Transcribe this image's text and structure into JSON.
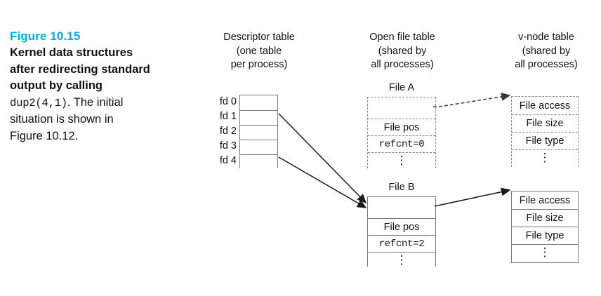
{
  "figure": {
    "number_label": "Figure 10.15",
    "caption_line1": "Kernel data structures",
    "caption_line2": "after redirecting standard",
    "caption_line3": "output by calling",
    "caption_code": "dup2(4,1)",
    "caption_line4": ". The initial",
    "caption_line5": "situation is shown in",
    "caption_line6": "Figure 10.12.",
    "accent_color": "#00ABE1",
    "border_color": "#7a7a7a"
  },
  "columns": {
    "descriptor_header": "Descriptor table\n(one table\nper process)",
    "openfile_header": "Open file table\n(shared by\nall processes)",
    "vnode_header": "v-node table\n(shared by\nall processes)"
  },
  "descriptor_table": {
    "rows": [
      {
        "label": "fd 0",
        "value": ""
      },
      {
        "label": "fd 1",
        "value": ""
      },
      {
        "label": "fd 2",
        "value": ""
      },
      {
        "label": "fd 3",
        "value": ""
      },
      {
        "label": "fd 4",
        "value": ""
      }
    ]
  },
  "open_file_table": {
    "file_a": {
      "title": "File A",
      "style": "dashed",
      "rows": [
        "",
        "File pos",
        "refcnt=0",
        "⋮"
      ]
    },
    "file_b": {
      "title": "File B",
      "style": "solid",
      "rows": [
        "",
        "File pos",
        "refcnt=2",
        "⋮"
      ]
    }
  },
  "vnode_table": {
    "vnode_a": {
      "style": "dashed",
      "rows": [
        "File access",
        "File size",
        "File type",
        "⋮"
      ]
    },
    "vnode_b": {
      "style": "solid",
      "rows": [
        "File access",
        "File size",
        "File type",
        "⋮"
      ]
    }
  },
  "arrows": [
    {
      "name": "fd1-to-file-b",
      "style": "solid",
      "from": "fd 1",
      "to": "File B"
    },
    {
      "name": "fd4-to-file-b",
      "style": "solid",
      "from": "fd 4",
      "to": "File B"
    },
    {
      "name": "file-a-to-vnode-a",
      "style": "dashed",
      "from": "File A",
      "to": "v-node A"
    },
    {
      "name": "file-b-to-vnode-b",
      "style": "solid",
      "from": "File B",
      "to": "v-node B"
    }
  ]
}
